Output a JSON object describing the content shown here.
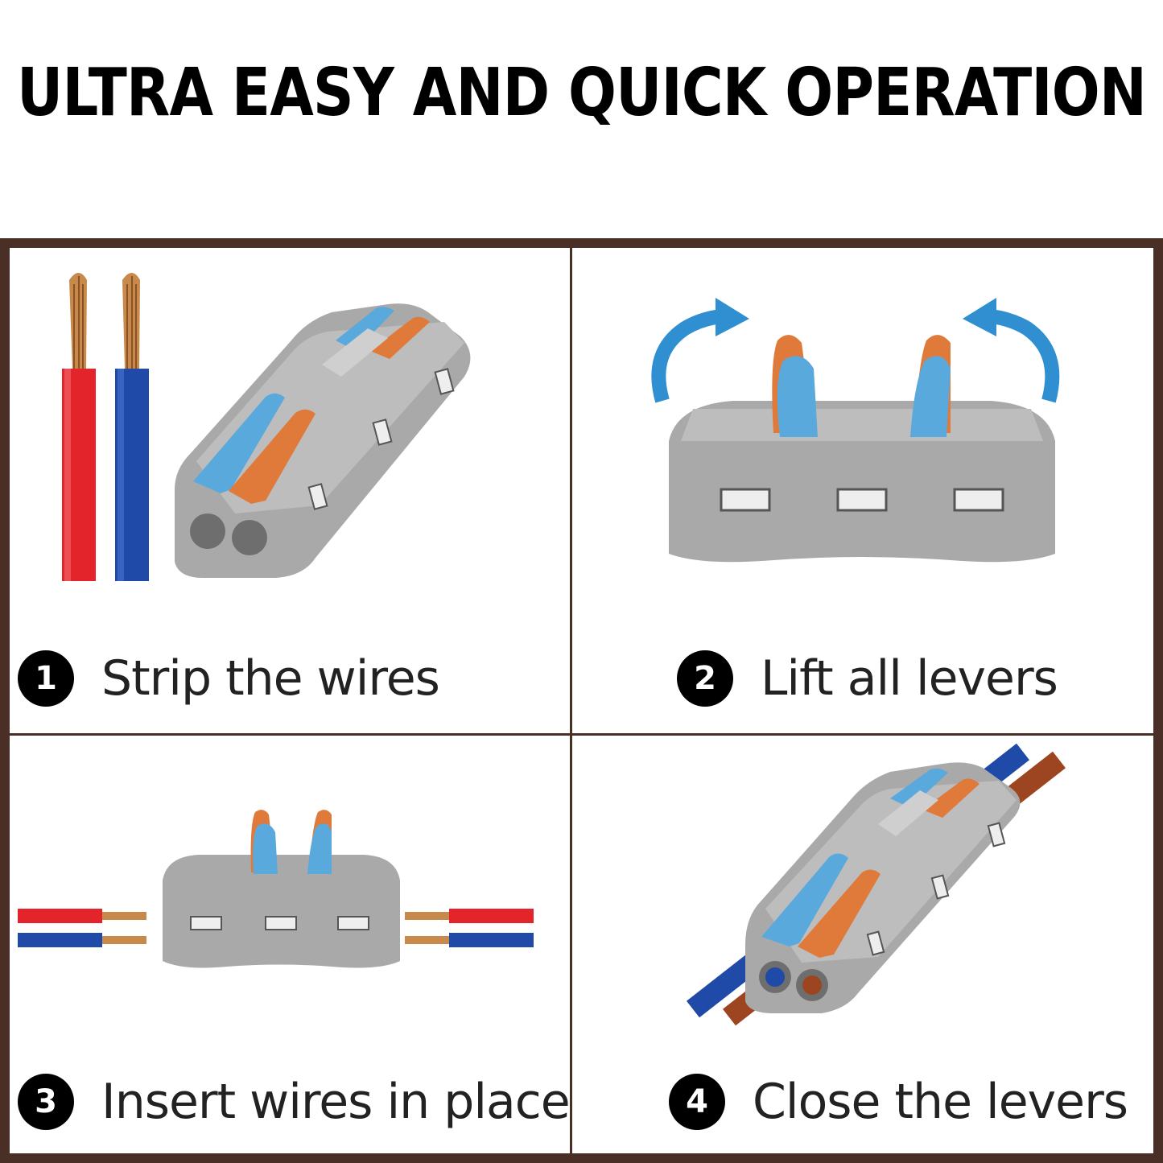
{
  "headline": "ULTRA EASY AND QUICK OPERATION",
  "colors": {
    "frame": "#4a2f26",
    "connector_body": "#a9a9a9",
    "lever_blue": "#5aa9dd",
    "lever_orange": "#e07a3a",
    "wire_red": "#e3242b",
    "wire_blue": "#1f4aa8",
    "wire_brown": "#9c4520",
    "copper": "#c88a4a",
    "arrow": "#2f8fd0"
  },
  "steps": [
    {
      "number": "1",
      "label": "Strip the wires",
      "icon": "stripped-wires-and-connector"
    },
    {
      "number": "2",
      "label": "Lift all levers",
      "icon": "connector-levers-raised-with-arrows"
    },
    {
      "number": "3",
      "label": "Insert wires in place",
      "icon": "wires-inserted-into-connector"
    },
    {
      "number": "4",
      "label": "Close the levers",
      "icon": "connector-levers-closed-with-wires"
    }
  ]
}
